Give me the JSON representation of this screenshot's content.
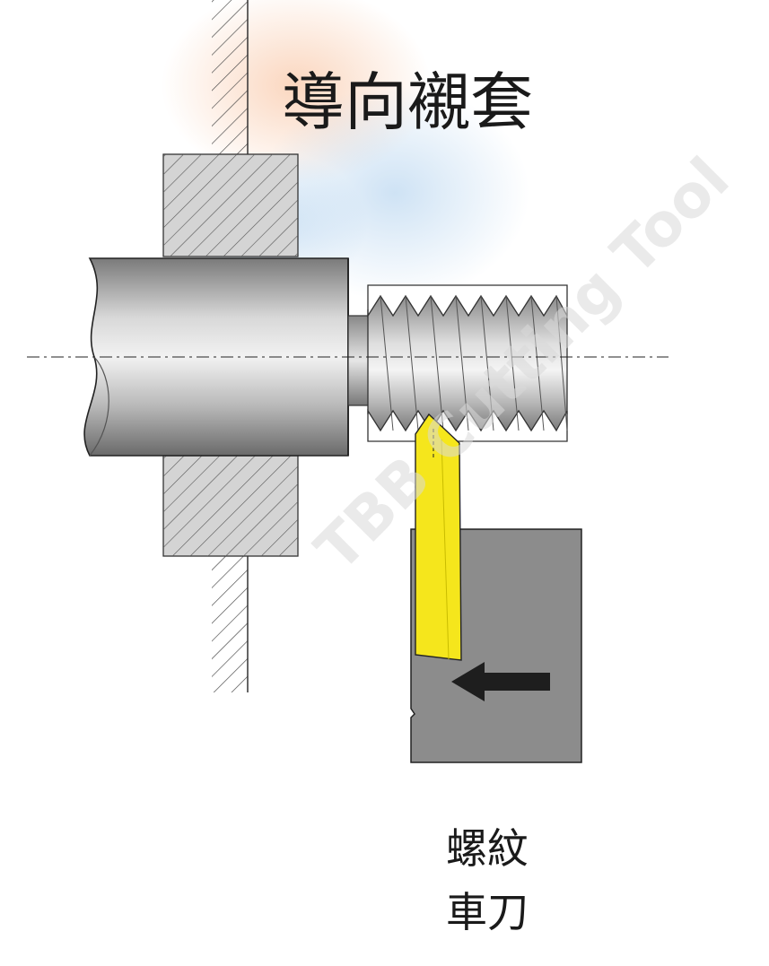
{
  "diagram": {
    "title": "導向襯套",
    "tool_label_line1": "螺紋",
    "tool_label_line2": "車刀",
    "watermark": "TBB Cutting Tool",
    "colors": {
      "tool_insert": "#f5e61c",
      "tool_holder": "#8a8a8a",
      "arrow": "#1e1e1e",
      "bushing": "#d6d6d6",
      "hatch": "#555555",
      "shaft_dark": "#6f6f6f",
      "shaft_light": "#eeeeee"
    },
    "icons": {
      "feed_direction": "arrow-left-icon"
    }
  }
}
